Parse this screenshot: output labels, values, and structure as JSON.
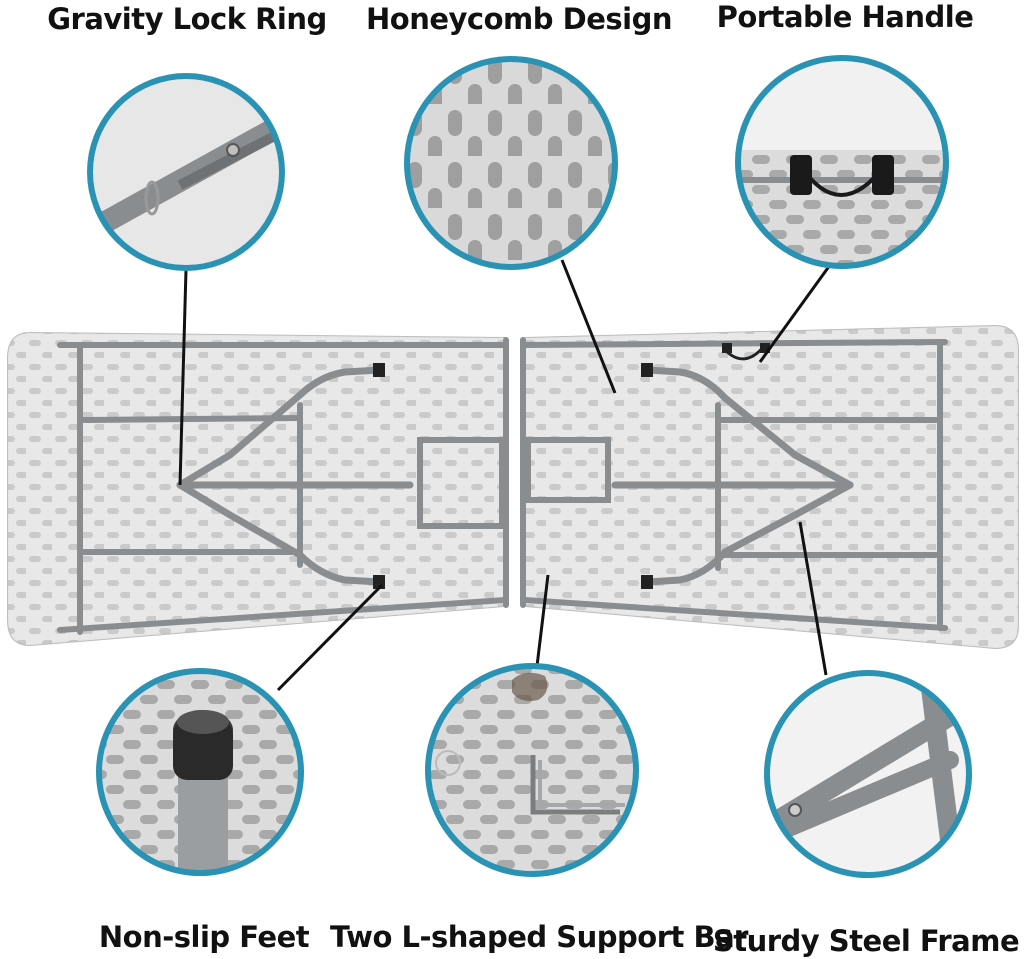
{
  "colors": {
    "ring": "#2a93b4",
    "frame": "#8a8d90",
    "tabletop": "#e6e6e6",
    "callout_line": "#111111"
  },
  "labels": {
    "gravity_lock_ring": "Gravity Lock Ring",
    "honeycomb_design": "Honeycomb Design",
    "portable_handle": "Portable Handle",
    "non_slip_feet": "Non-slip Feet",
    "l_shaped_support_bar": "Two L-shaped Support Bar",
    "sturdy_steel_frame": "Sturdy Steel Frame"
  }
}
